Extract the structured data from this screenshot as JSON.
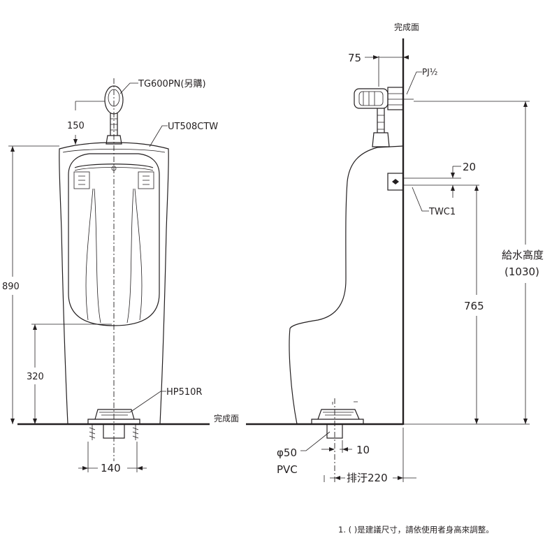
{
  "labels": {
    "finished_surface_top": "完成面",
    "finished_surface_floor": "完成面",
    "flush_valve": "TG600PN(另購)",
    "urinal": "UT508CTW",
    "drain": "HP510R",
    "wall_fitting": "PJ½",
    "bracket": "TWC1",
    "pipe_size": "φ50",
    "pipe_material": "PVC",
    "supply_height_title": "給水高度",
    "supply_height_value": "(1030)"
  },
  "dimensions": {
    "d150": "150",
    "d890": "890",
    "d320": "320",
    "d140": "140",
    "d75": "75",
    "d20": "20",
    "d765": "765",
    "d10": "10",
    "drain220": "排汙220"
  },
  "note": "1. ( )是建議尺寸，請依使用者身高來調整。",
  "colors": {
    "line": "#231f20",
    "background": "#ffffff"
  }
}
